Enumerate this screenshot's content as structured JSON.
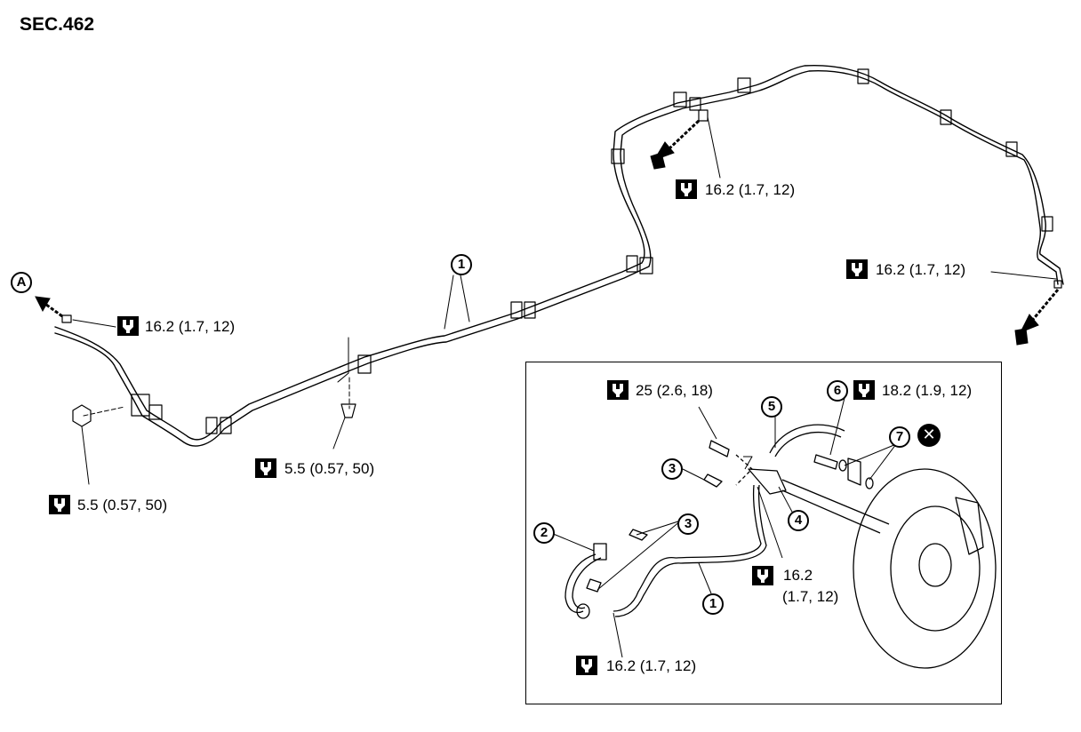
{
  "section": "SEC.462",
  "callouts": {
    "c1_main": "1",
    "c1_inset": "1",
    "c2": "2",
    "c3_upper": "3",
    "c3_lower": "3",
    "c4": "4",
    "c5": "5",
    "c6": "6",
    "c7": "7",
    "cA": "A"
  },
  "torques": {
    "left_tube": "16.2 (1.7, 12)",
    "left_nut": "5.5 (0.57, 50)",
    "center_clip": "5.5 (0.57, 50)",
    "upper_flare": "16.2 (1.7, 12)",
    "right_flare": "16.2 (1.7, 12)",
    "inset_bolt": "25 (2.6, 18)",
    "inset_union": "18.2 (1.9, 12)",
    "inset_mid_a": "16.2",
    "inset_mid_b": "(1.7, 12)",
    "inset_bottom": "16.2 (1.7, 12)"
  },
  "icons": {
    "torque": "torque-wrench-icon",
    "replace": "do-not-reuse-icon",
    "arrow": "direction-arrow-icon"
  }
}
